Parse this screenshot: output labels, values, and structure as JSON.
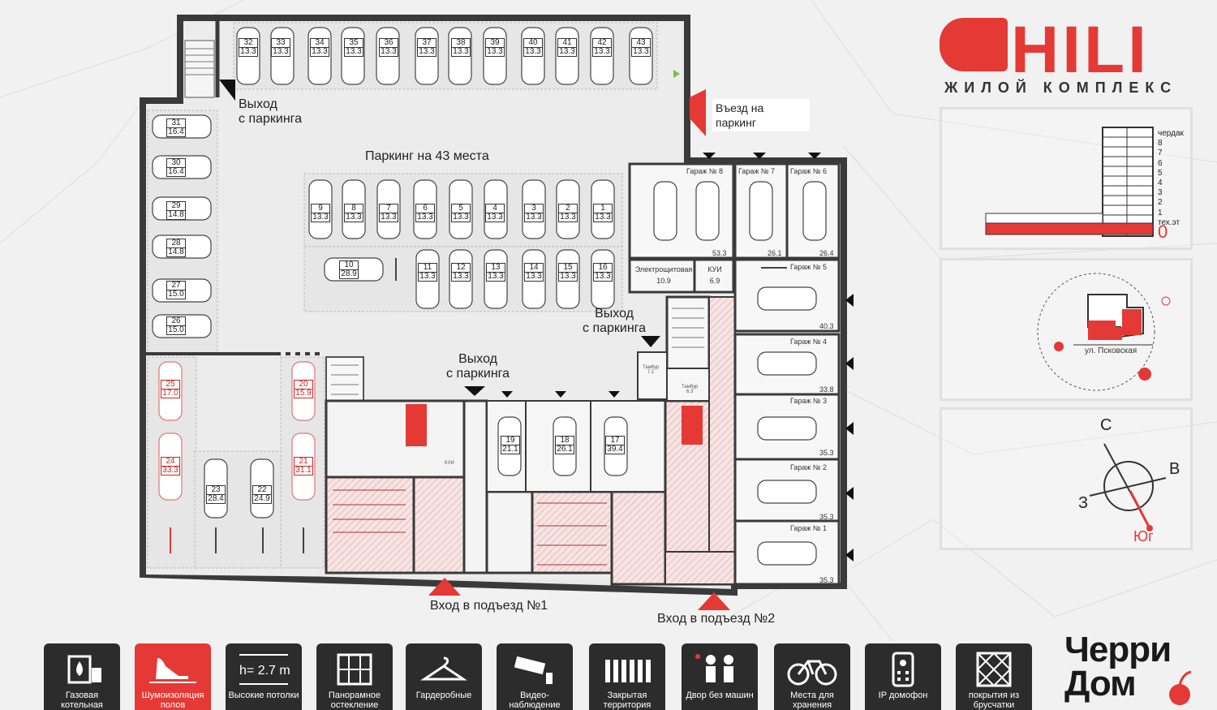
{
  "colors": {
    "accent": "#e53935",
    "dark": "#2c2c2c",
    "wall": "#3a3a3a",
    "floor": "#e8e8e8"
  },
  "logo": {
    "word": "HILI",
    "subtitle": "ЖИЛОЙ КОМПЛЕКС"
  },
  "labels": {
    "exit_parking_1": [
      "Выход",
      "с паркинга"
    ],
    "entrance_parking": [
      "Въезд на",
      "паркинг"
    ],
    "parking_count": "Паркинг на 43 места",
    "exit_parking_2": [
      "Выход",
      "с паркинга"
    ],
    "exit_parking_3": [
      "Выход",
      "с паркинга"
    ],
    "entry_1": "Вход в подъезд №1",
    "entry_2": "Вход в подъезд №2"
  },
  "garages": [
    {
      "name": "Гараж № 8",
      "area": "53.3"
    },
    {
      "name": "Гараж № 7",
      "area": "26.1"
    },
    {
      "name": "Гараж № 6",
      "area": "26.4"
    },
    {
      "name": "Гараж № 5",
      "area": "40.3"
    },
    {
      "name": "Гараж № 4",
      "area": "33.8"
    },
    {
      "name": "Гараж № 3",
      "area": "35.3"
    },
    {
      "name": "Гараж № 2",
      "area": "35.3"
    },
    {
      "name": "Гараж № 1",
      "area": "35.3"
    }
  ],
  "rooms": {
    "electro": {
      "name": "Электрощитовая",
      "area": "10.9"
    },
    "kui": {
      "name": "КУИ",
      "area": "6.9"
    },
    "kui_small": "КУИ",
    "tambur_1": "Тамбур",
    "tambur_1_area": "7.1",
    "tambur_2": "Тамбур",
    "tambur_2_area": "6.3"
  },
  "spots_top": [
    {
      "n": "32",
      "a": "13.3"
    },
    {
      "n": "33",
      "a": "13.3"
    },
    {
      "n": "34",
      "a": "13.3"
    },
    {
      "n": "35",
      "a": "13.3"
    },
    {
      "n": "36",
      "a": "13.3"
    },
    {
      "n": "37",
      "a": "13.3"
    },
    {
      "n": "38",
      "a": "13.3"
    },
    {
      "n": "39",
      "a": "13.3"
    },
    {
      "n": "40",
      "a": "13.3"
    },
    {
      "n": "41",
      "a": "13.3"
    },
    {
      "n": "42",
      "a": "13.3"
    },
    {
      "n": "43",
      "a": "13.3"
    }
  ],
  "spots_left": [
    {
      "n": "31",
      "a": "16.4"
    },
    {
      "n": "30",
      "a": "16.4"
    },
    {
      "n": "29",
      "a": "14.8"
    },
    {
      "n": "28",
      "a": "14.8"
    },
    {
      "n": "27",
      "a": "15.0"
    },
    {
      "n": "26",
      "a": "15.0"
    }
  ],
  "spots_mid_top": [
    {
      "n": "9",
      "a": "13.3"
    },
    {
      "n": "8",
      "a": "13.3"
    },
    {
      "n": "7",
      "a": "13.3"
    },
    {
      "n": "6",
      "a": "13.3"
    },
    {
      "n": "5",
      "a": "13.3"
    },
    {
      "n": "4",
      "a": "13.3"
    },
    {
      "n": "3",
      "a": "13.3"
    },
    {
      "n": "2",
      "a": "13.3"
    },
    {
      "n": "1",
      "a": "13.3"
    }
  ],
  "spots_mid_bottom": [
    {
      "n": "10",
      "a": "28.9"
    },
    {
      "n": "11",
      "a": "13.3"
    },
    {
      "n": "12",
      "a": "13.3"
    },
    {
      "n": "13",
      "a": "13.3"
    },
    {
      "n": "14",
      "a": "13.3"
    },
    {
      "n": "15",
      "a": "13.3"
    },
    {
      "n": "16",
      "a": "13.3"
    }
  ],
  "spots_lower": [
    {
      "n": "25",
      "a": "17.0",
      "red": true
    },
    {
      "n": "20",
      "a": "15.9",
      "red": true
    },
    {
      "n": "24",
      "a": "33.3",
      "red": true
    },
    {
      "n": "21",
      "a": "31.1",
      "red": true
    },
    {
      "n": "23",
      "a": "28.4"
    },
    {
      "n": "22",
      "a": "24.9"
    },
    {
      "n": "19",
      "a": "21.1"
    },
    {
      "n": "18",
      "a": "26.1"
    },
    {
      "n": "17",
      "a": "39.4"
    }
  ],
  "building": {
    "floors": [
      "чердак",
      "8",
      "7",
      "6",
      "5",
      "4",
      "3",
      "2",
      "1",
      "тех.эт"
    ],
    "current": "0"
  },
  "street": "ул. Псковская",
  "compass": {
    "n": "С",
    "e": "В",
    "w": "З",
    "s": "Юг"
  },
  "features": [
    {
      "icon": "gas-boiler-icon",
      "label": "Газовая котельная"
    },
    {
      "icon": "noise-insulation-icon",
      "label": "Шумоизоляция полов"
    },
    {
      "icon": "ceiling-height-icon",
      "label": "Высокие потолки",
      "value": "h= 2.7 m"
    },
    {
      "icon": "panoramic-window-icon",
      "label": "Панорамное остекление"
    },
    {
      "icon": "hanger-icon",
      "label": "Гардеробные"
    },
    {
      "icon": "cctv-camera-icon",
      "label": "Видео-наблюдение"
    },
    {
      "icon": "fence-icon",
      "label": "Закрытая территория"
    },
    {
      "icon": "children-icon",
      "label": "Двор без машин"
    },
    {
      "icon": "bicycle-icon",
      "label": "Места для хранения"
    },
    {
      "icon": "intercom-icon",
      "label": "IP домофон"
    },
    {
      "icon": "paving-icon",
      "label": "покрытия из брусчатки"
    }
  ],
  "brand": {
    "line1": "Черри",
    "line2": "Дом"
  }
}
